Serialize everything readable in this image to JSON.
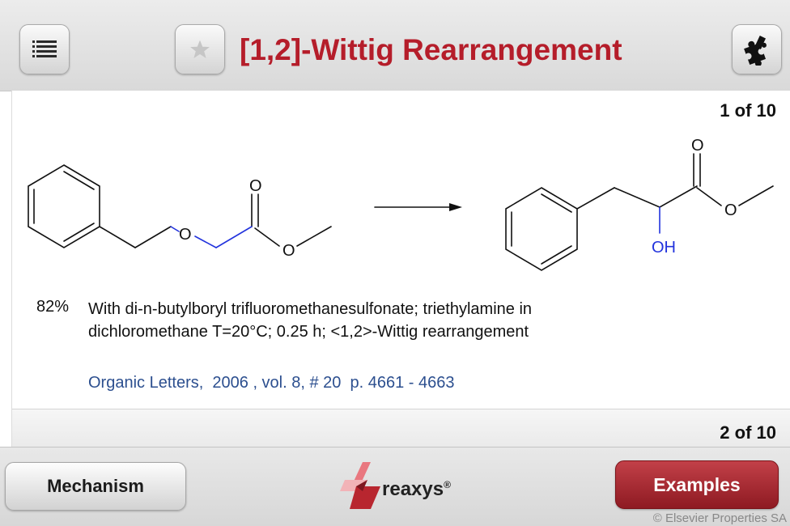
{
  "header": {
    "title": "[1,2]-Wittig Rearrangement",
    "menu_icon": "list-icon",
    "favorite_icon": "star-icon",
    "extras_icon": "puzzle-piece-icon"
  },
  "reaction": {
    "counter": "1 of 10",
    "reactant_atoms": {
      "carbonyl_o": "O",
      "ether_o": "O",
      "ester_o": "O"
    },
    "product_atoms": {
      "carbonyl_o": "O",
      "ester_o": "O",
      "hydroxyl": "OH"
    },
    "yield": "82%",
    "conditions_line1": "With di-n-butylboryl trifluoromethanesulfonate; triethylamine in",
    "conditions_line2": "dichloromethane T=20°C; 0.25 h; <1,2>-Wittig rearrangement",
    "citation": "Organic Letters,  2006 , vol. 8, # 20  p. 4661 - 4663"
  },
  "next_reaction": {
    "counter": "2 of 10"
  },
  "footer": {
    "mechanism_label": "Mechanism",
    "examples_label": "Examples",
    "logo_text": "reaxys",
    "logo_mark": "®",
    "copyright": "© Elsevier Properties SA"
  },
  "colors": {
    "title": "#b51d2a",
    "highlight_bond": "#2233dd",
    "citation": "#2c4f8f",
    "examples_button": "#a82a33"
  }
}
